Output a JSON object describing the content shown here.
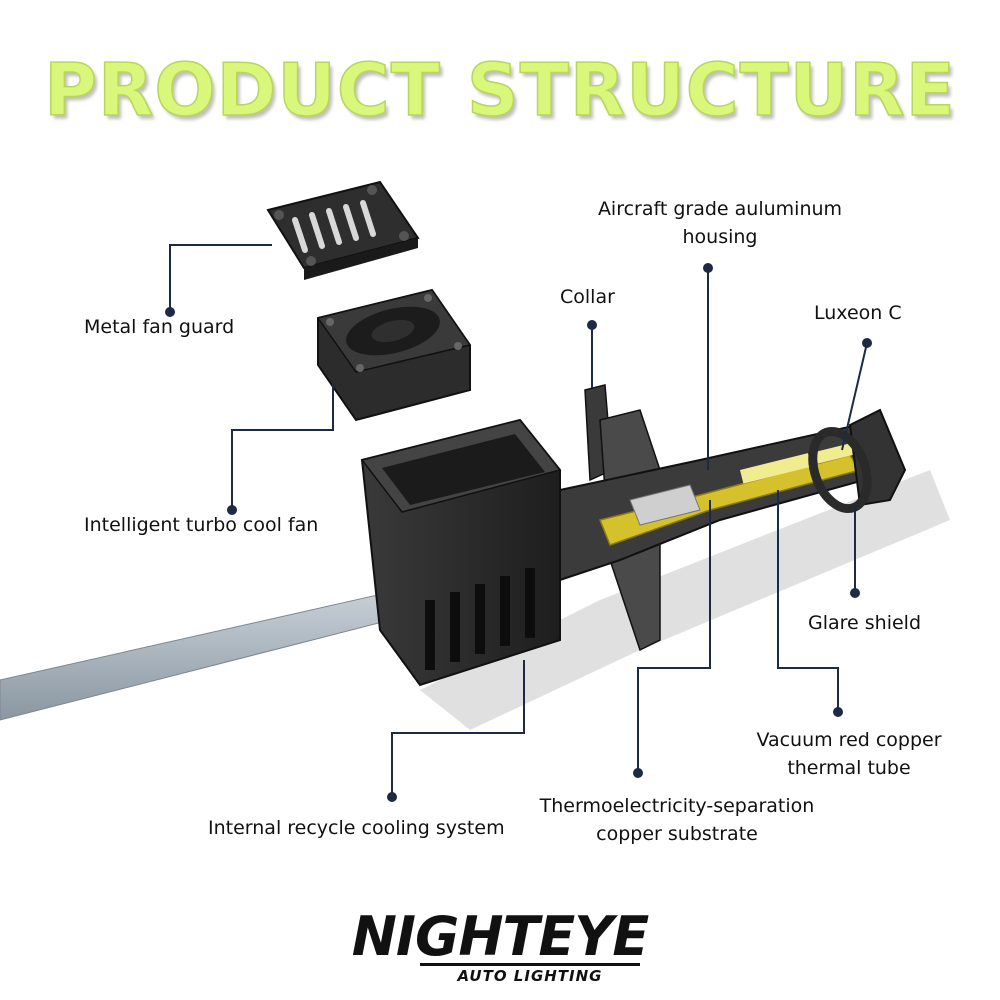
{
  "title": "PRODUCT STRUCTURE",
  "labels": {
    "metal_fan_guard": "Metal fan guard",
    "turbo_fan": "Intelligent turbo cool fan",
    "collar": "Collar",
    "housing_line1": "Aircraft grade auluminum",
    "housing_line2": "housing",
    "luxeon": "Luxeon C",
    "glare_shield": "Glare shield",
    "thermal_tube_line1": "Vacuum red copper",
    "thermal_tube_line2": "thermal tube",
    "substrate_line1": "Thermoelectricity-separation",
    "substrate_line2": "copper substrate",
    "cooling_system": "Internal recycle cooling system"
  },
  "logo": {
    "brand": "NIGHTEYE",
    "tagline": "AUTO LIGHTING"
  },
  "colors": {
    "title": "#d9f77a",
    "leader_line": "#1c2a44",
    "housing": "#2b2b2b",
    "copper_substrate": "#d4c12c",
    "cable": "#a9b4bd"
  }
}
